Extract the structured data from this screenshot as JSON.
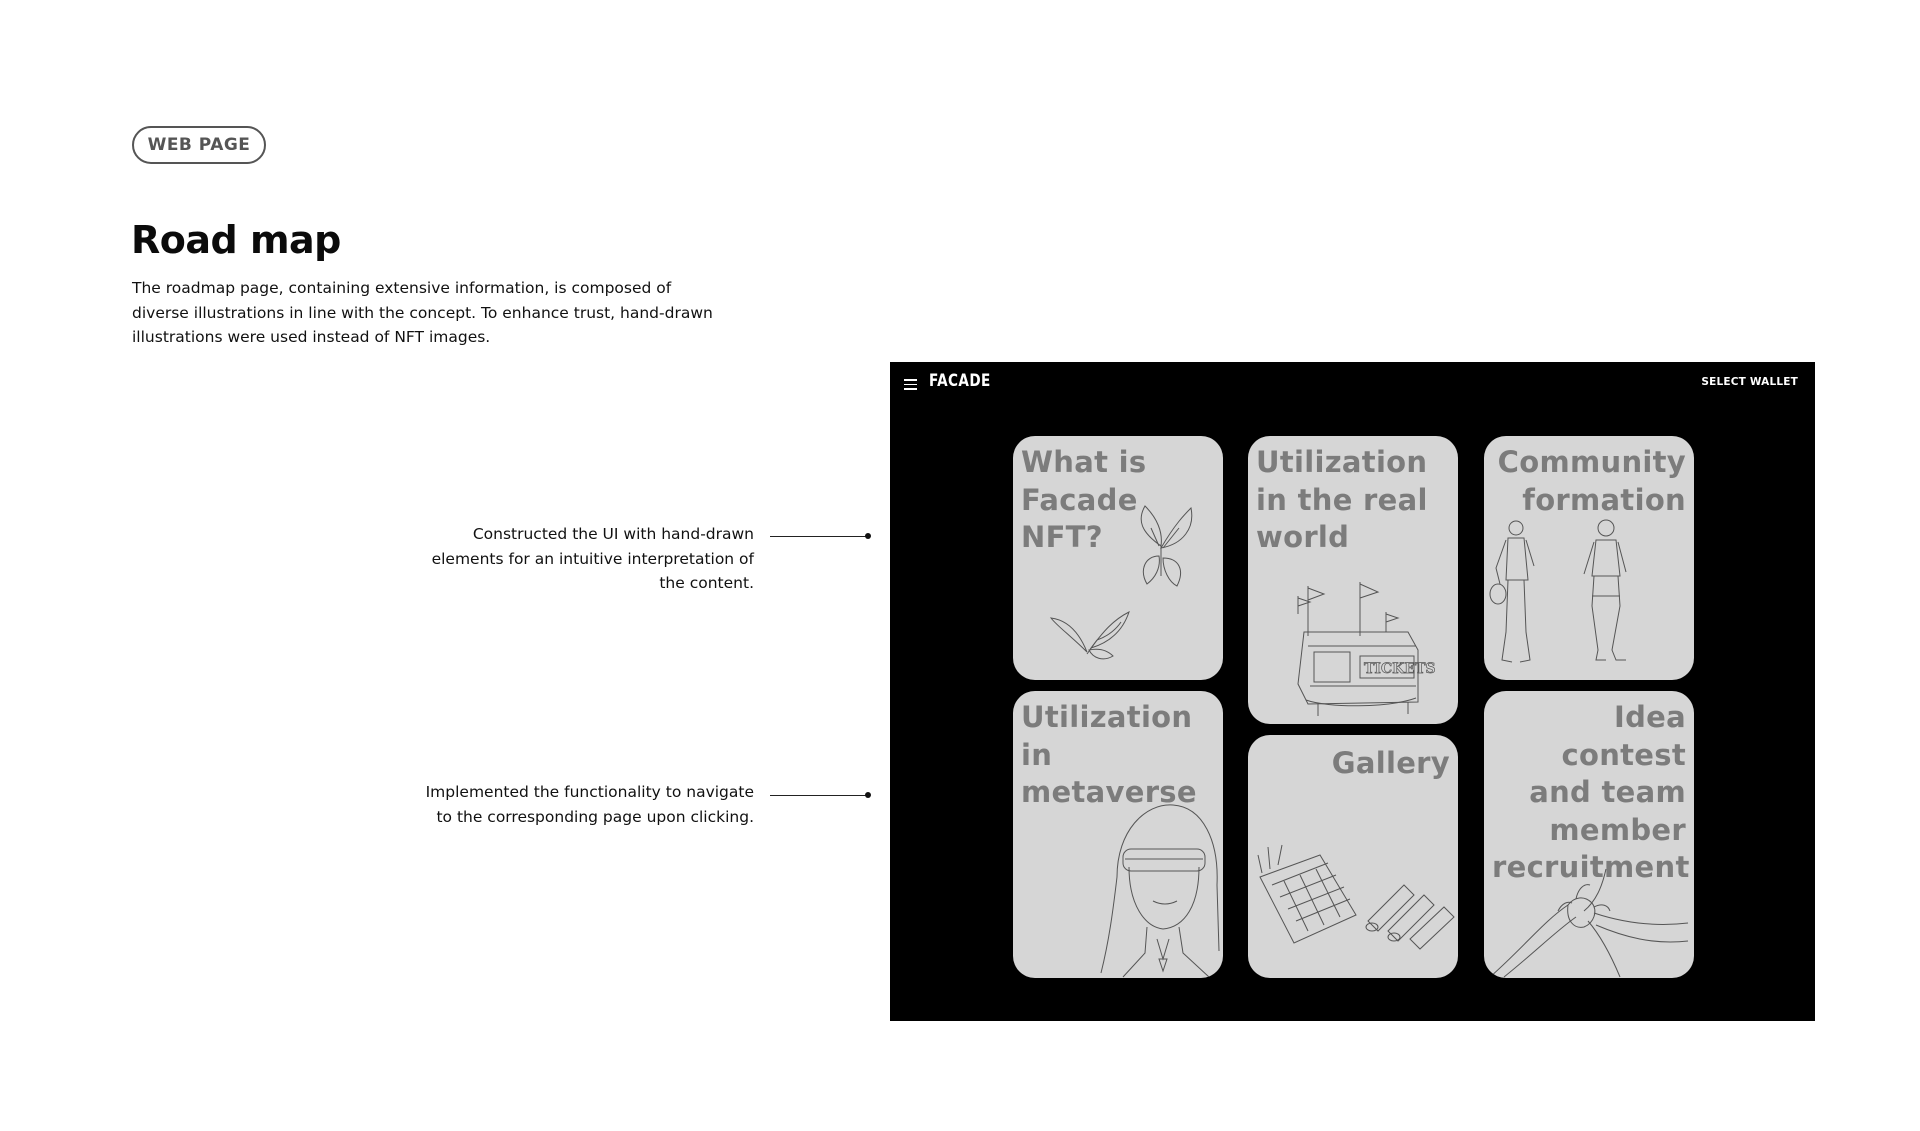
{
  "tag": "WEB PAGE",
  "title": "Road map",
  "description": "The roadmap page, containing extensive information, is composed of diverse illustrations in line with the concept. To enhance trust, hand-drawn illustrations were used instead of NFT images.",
  "annotations": [
    "Constructed the UI with hand-drawn elements for an intuitive interpretation of the content.",
    "Implemented the functionality to navigate to the corresponding page upon clicking."
  ],
  "site": {
    "brand": "FACADE",
    "wallet_label": "SELECT WALLET",
    "menu_icon": "hamburger-menu-icon",
    "card_background": "#d6d6d6",
    "card_title_color": "#7c7c7c",
    "cards": [
      {
        "title": "What is Facade NFT?",
        "illustration": "butterflies-sketch"
      },
      {
        "title": "Utilization in the real world",
        "illustration": "ticket-booth-sketch"
      },
      {
        "title": "Community formation",
        "illustration": "people-standing-sketch"
      },
      {
        "title": "Utilization in metaverse",
        "illustration": "vr-headset-girl-sketch"
      },
      {
        "title": "Gallery",
        "illustration": "art-supplies-sketch"
      },
      {
        "title": "Idea contest and team member recruitment",
        "illustration": "joined-hands-sketch"
      }
    ]
  }
}
